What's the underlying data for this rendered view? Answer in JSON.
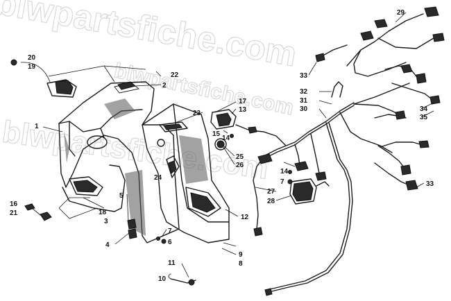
{
  "watermark": {
    "line1": "blwpartsfiche.com",
    "line2": "blwpartsfiche.com",
    "line3": "blwpartsfiche.com"
  },
  "callouts": [
    {
      "id": "c1",
      "text": "1"
    },
    {
      "id": "c2",
      "text": "2"
    },
    {
      "id": "c3",
      "text": "3"
    },
    {
      "id": "c4",
      "text": "4"
    },
    {
      "id": "c5",
      "text": "5"
    },
    {
      "id": "c6",
      "text": "6"
    },
    {
      "id": "c7a",
      "text": "7"
    },
    {
      "id": "c7b",
      "text": "7"
    },
    {
      "id": "c8",
      "text": "8"
    },
    {
      "id": "c9",
      "text": "9"
    },
    {
      "id": "c10",
      "text": "10"
    },
    {
      "id": "c11",
      "text": "11"
    },
    {
      "id": "c12",
      "text": "12"
    },
    {
      "id": "c13",
      "text": "13"
    },
    {
      "id": "c14a",
      "text": "14"
    },
    {
      "id": "c14b",
      "text": "14"
    },
    {
      "id": "c15",
      "text": "15"
    },
    {
      "id": "c16",
      "text": "16"
    },
    {
      "id": "c17",
      "text": "17"
    },
    {
      "id": "c18",
      "text": "18"
    },
    {
      "id": "c19",
      "text": "19"
    },
    {
      "id": "c20",
      "text": "20"
    },
    {
      "id": "c21",
      "text": "21"
    },
    {
      "id": "c22",
      "text": "22"
    },
    {
      "id": "c23",
      "text": "23"
    },
    {
      "id": "c24",
      "text": "24"
    },
    {
      "id": "c25",
      "text": "25"
    },
    {
      "id": "c26",
      "text": "26"
    },
    {
      "id": "c27",
      "text": "27"
    },
    {
      "id": "c28",
      "text": "28"
    },
    {
      "id": "c29",
      "text": "29"
    },
    {
      "id": "c30",
      "text": "30"
    },
    {
      "id": "c31",
      "text": "31"
    },
    {
      "id": "c32",
      "text": "32"
    },
    {
      "id": "c33a",
      "text": "33"
    },
    {
      "id": "c33b",
      "text": "33"
    },
    {
      "id": "c34",
      "text": "34"
    },
    {
      "id": "c35",
      "text": "35"
    }
  ]
}
